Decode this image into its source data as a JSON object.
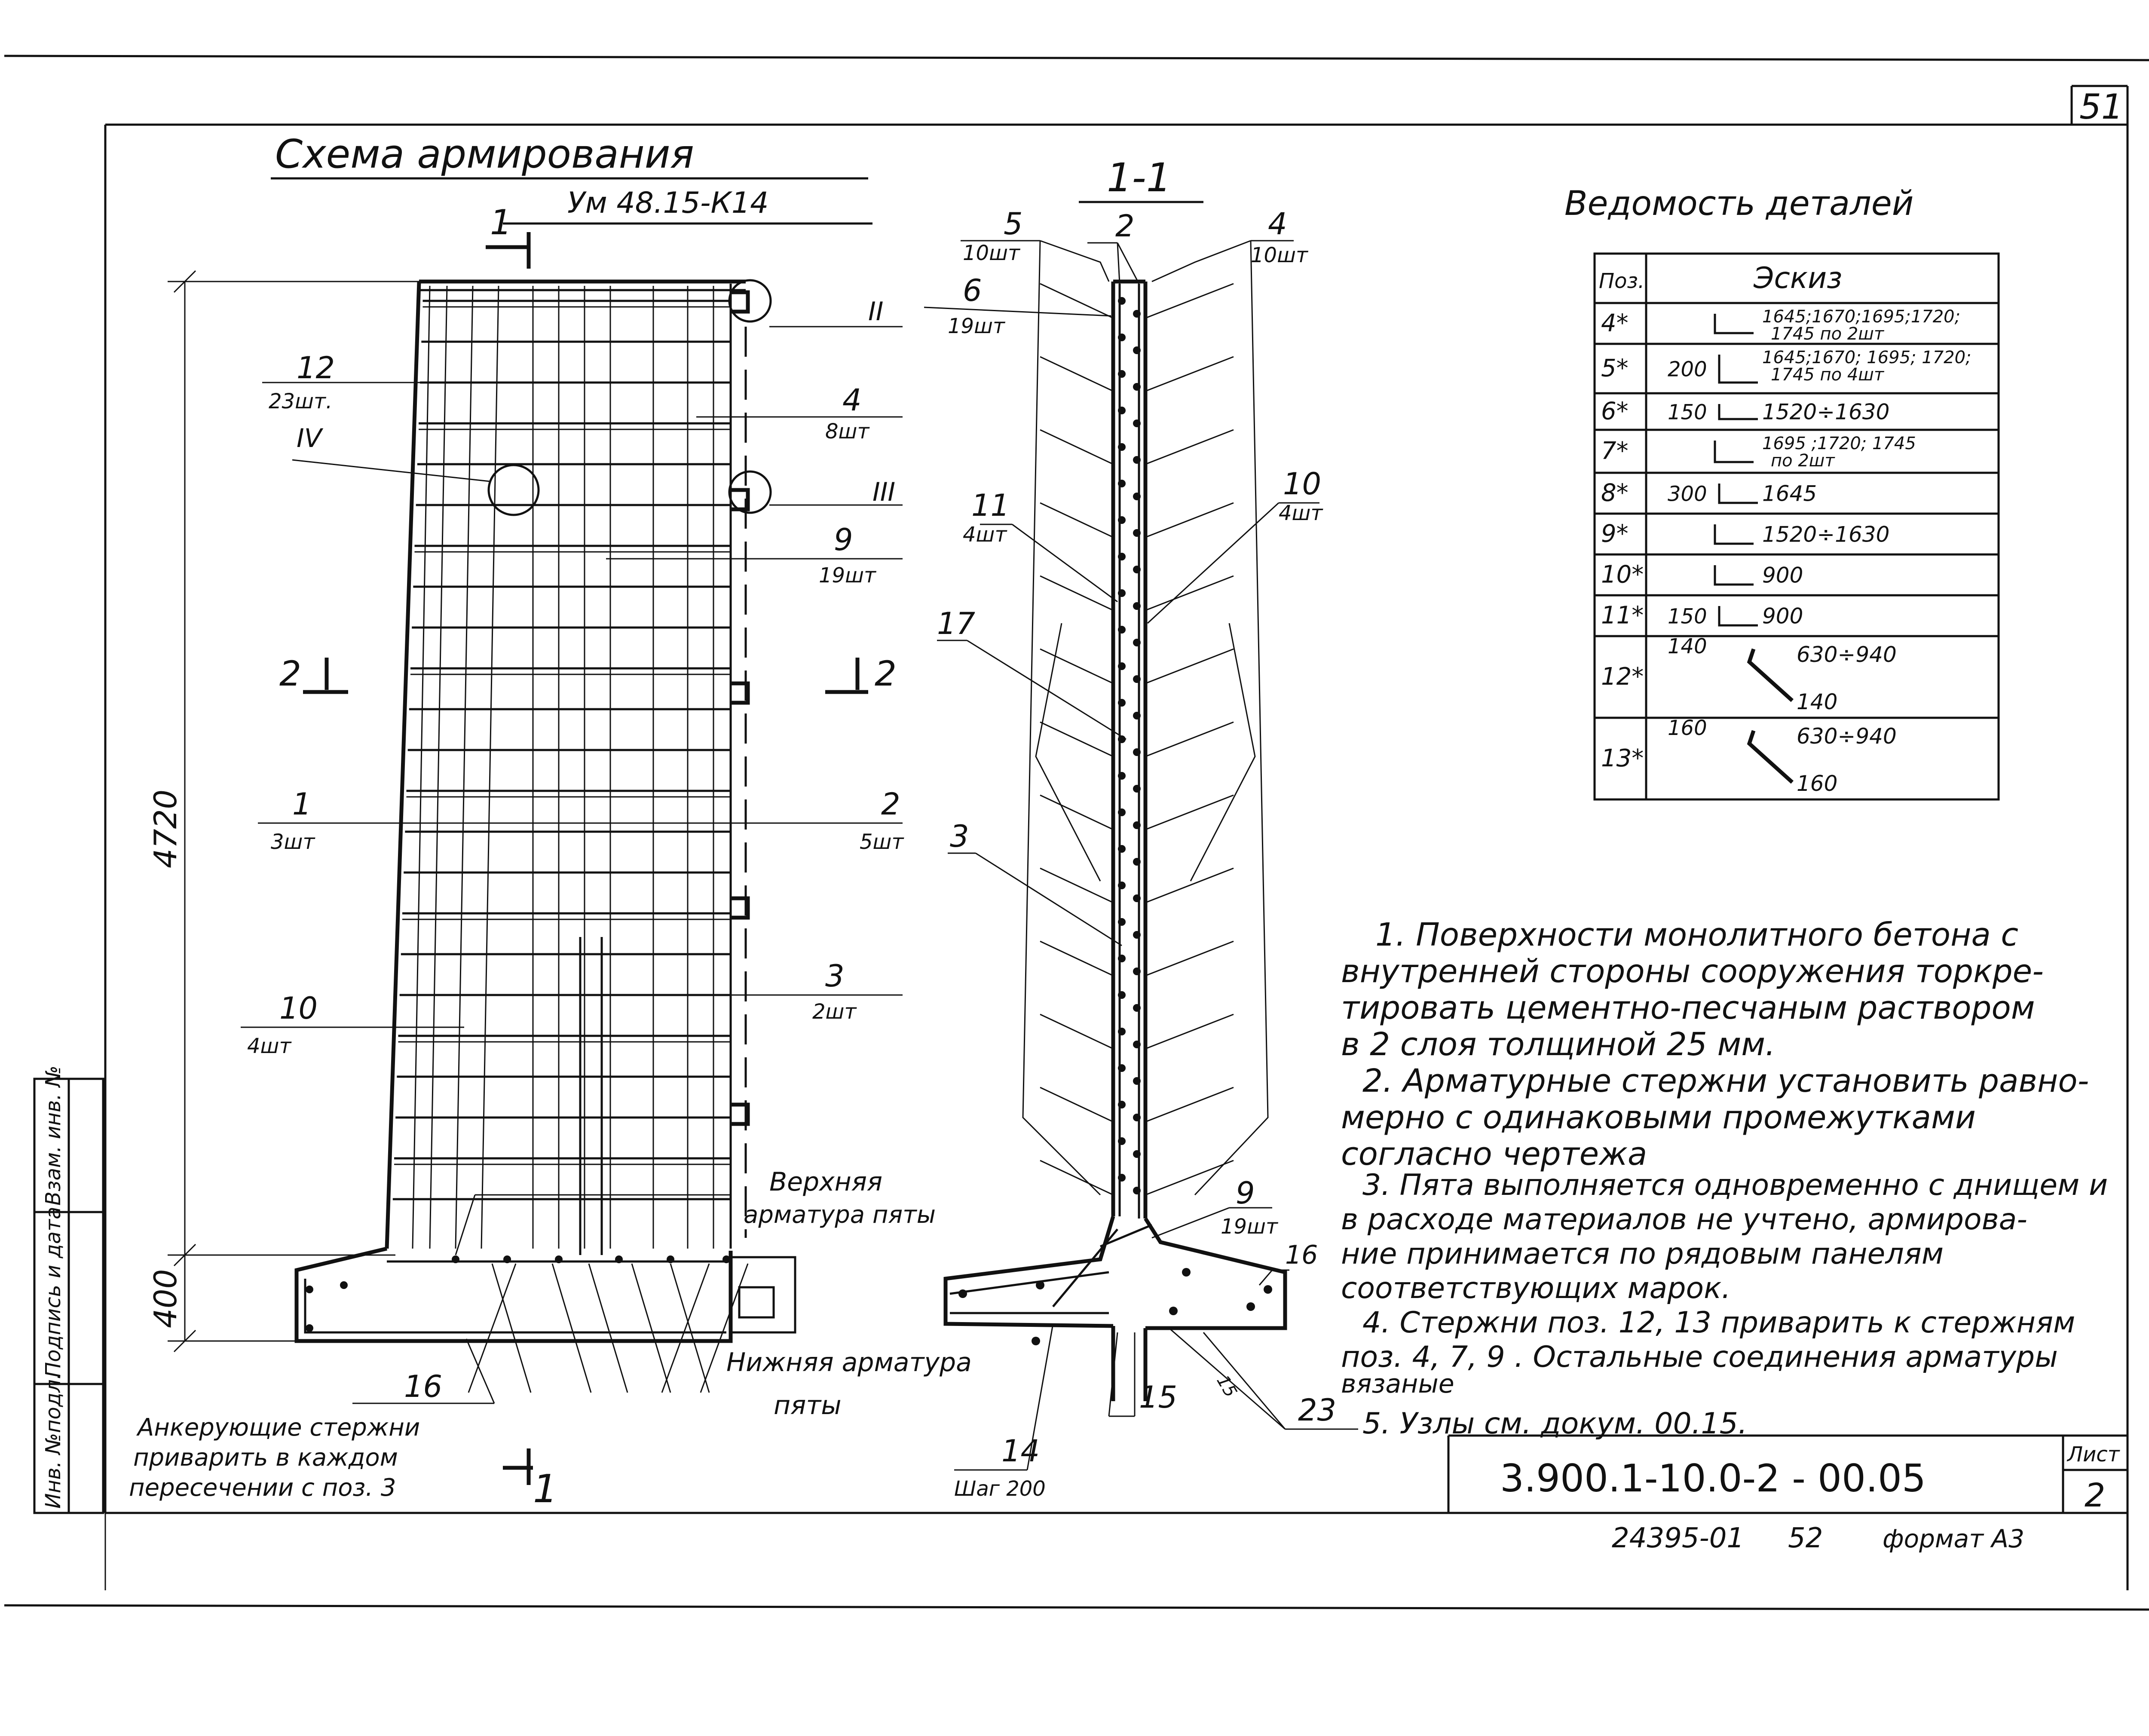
{
  "sheet_number": "51",
  "left_schema": {
    "title": "Схема   армирования",
    "subtitle": "Ум  48.15-К14",
    "section_mark": "1",
    "section_mark_bottom": "1",
    "section_2_left": "2",
    "section_2_right": "2",
    "dimension_height": "4720",
    "dimension_footing": "400",
    "callouts": [
      {
        "pos": "12",
        "qty": "23шт."
      },
      {
        "pos": "IV",
        "qty": ""
      },
      {
        "pos": "II",
        "qty": ""
      },
      {
        "pos": "4",
        "qty": "8шт"
      },
      {
        "pos": "III",
        "qty": ""
      },
      {
        "pos": "9",
        "qty": "19шт"
      },
      {
        "pos": "1",
        "qty": "3шт"
      },
      {
        "pos": "2",
        "qty": "5шт"
      },
      {
        "pos": "3",
        "qty": "2шт"
      },
      {
        "pos": "10",
        "qty": "4шт"
      },
      {
        "pos": "16",
        "qty": ""
      }
    ],
    "upper_heel_label_1": "Верхняя",
    "upper_heel_label_2": "арматура пяты",
    "lower_heel_label_1": "Нижняя  арматура",
    "lower_heel_label_2": "пяты",
    "anchor_note_1": "Анкерующие  стержни",
    "anchor_note_2": "приварить  в каждом",
    "anchor_note_3": "пересечении  с поз. 3"
  },
  "section_view": {
    "title": "1-1",
    "callouts": [
      {
        "pos": "5",
        "qty": "10шт"
      },
      {
        "pos": "2",
        "qty": ""
      },
      {
        "pos": "4",
        "qty": "10шт"
      },
      {
        "pos": "6",
        "qty": "19шт"
      },
      {
        "pos": "11",
        "qty": "4шт"
      },
      {
        "pos": "10",
        "qty": "4шт"
      },
      {
        "pos": "17",
        "qty": ""
      },
      {
        "pos": "3",
        "qty": ""
      },
      {
        "pos": "9",
        "qty": "19шт"
      },
      {
        "pos": "16",
        "qty": ""
      },
      {
        "pos": "15",
        "qty": ""
      },
      {
        "pos": "23",
        "qty": ""
      },
      {
        "pos": "14",
        "qty": "Шаг 200"
      }
    ],
    "dim_15": "15"
  },
  "details_table": {
    "title": "Ведомость   деталей",
    "header_pos": "Поз.",
    "header_sketch": "Эскиз",
    "rows": [
      {
        "pos": "4*",
        "left": "",
        "sketch": "1645;1670;1695;1720;",
        "sketch2": "1745 по 2шт"
      },
      {
        "pos": "5*",
        "left": "200",
        "sketch": "1645;1670; 1695; 1720;",
        "sketch2": "1745 по 4шт"
      },
      {
        "pos": "6*",
        "left": "150",
        "sketch": "1520÷1630",
        "sketch2": ""
      },
      {
        "pos": "7*",
        "left": "",
        "sketch": "1695 ;1720; 1745",
        "sketch2": "по 2шт"
      },
      {
        "pos": "8*",
        "left": "300",
        "sketch": "1645",
        "sketch2": ""
      },
      {
        "pos": "9*",
        "left": "",
        "sketch": "1520÷1630",
        "sketch2": ""
      },
      {
        "pos": "10*",
        "left": "",
        "sketch": "900",
        "sketch2": ""
      },
      {
        "pos": "11*",
        "left": "150",
        "sketch": "900",
        "sketch2": ""
      },
      {
        "pos": "12*",
        "left": "140",
        "sketch": "630÷940",
        "sketch2": "140"
      },
      {
        "pos": "13*",
        "left": "160",
        "sketch": "630÷940",
        "sketch2": "160"
      }
    ]
  },
  "notes": [
    "1. Поверхности  монолитного  бетона  с",
    "внутренней  стороны  сооружения  торкре-",
    "тировать  цементно-песчаным  раствором",
    "в 2 слоя  толщиной  25 мм.",
    "2. Арматурные стержни  установить  равно-",
    "мерно  с одинаковыми   промежутками",
    "согласно       чертежа",
    "3. Пята выполняется одновременно  с днищем  и",
    "в расходе материалов не учтено,  армирова-",
    "ние принимается  по рядовым   панелям",
    "соответствующих   марок.",
    "4. Стержни поз. 12, 13 приварить  к стержням",
    "поз. 4, 7, 9 . Остальные соединения  арматуры",
    "вязаные",
    "5. Узлы   см.  докум.  00.15."
  ],
  "stamp": {
    "designation": "3.900.1-10.0-2  -  00.05",
    "sheet_label": "Лист",
    "sheet_no": "2"
  },
  "margin_labels": [
    "Инв. №подл.",
    "Подпись и дата",
    "Взам. инв. №"
  ],
  "footer": {
    "code": "24395-01",
    "page": "52",
    "format": "формат  А3"
  }
}
